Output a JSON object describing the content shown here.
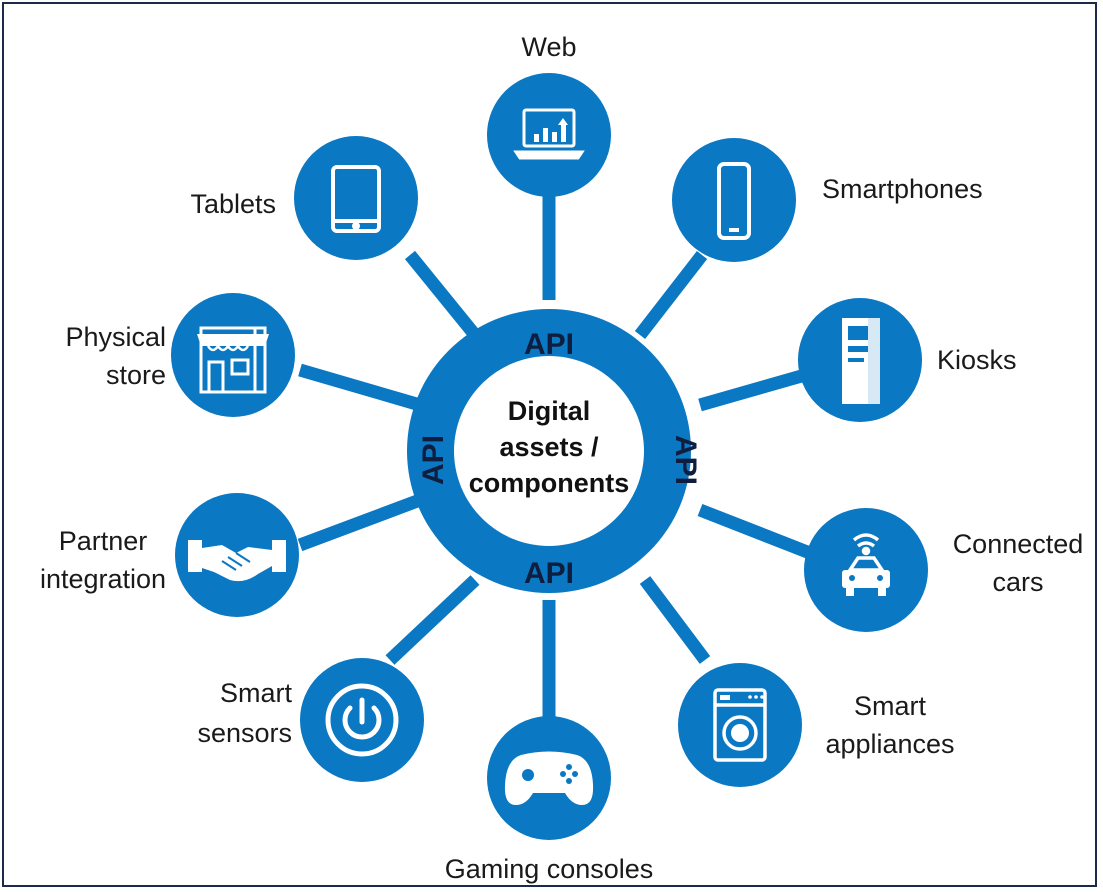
{
  "colors": {
    "primary": "#0a78c2",
    "api_text": "#0f1d3f",
    "frame": "#1b2a4a"
  },
  "hub": {
    "lines": [
      "Digital",
      "assets /",
      "components"
    ],
    "api_label": "API"
  },
  "channels": [
    {
      "id": "web",
      "lines": [
        "Web"
      ],
      "icon": "laptop-chart-icon"
    },
    {
      "id": "smartphones",
      "lines": [
        "Smartphones"
      ],
      "icon": "smartphone-icon"
    },
    {
      "id": "kiosks",
      "lines": [
        "Kiosks"
      ],
      "icon": "kiosk-atm-icon"
    },
    {
      "id": "connected-cars",
      "lines": [
        "Connected",
        "cars"
      ],
      "icon": "connected-car-icon"
    },
    {
      "id": "smart-appliances",
      "lines": [
        "Smart",
        "appliances"
      ],
      "icon": "washing-machine-icon"
    },
    {
      "id": "gaming-consoles",
      "lines": [
        "Gaming consoles"
      ],
      "icon": "gamepad-icon"
    },
    {
      "id": "smart-sensors",
      "lines": [
        "Smart",
        "sensors"
      ],
      "icon": "power-button-icon"
    },
    {
      "id": "partner-integration",
      "lines": [
        "Partner",
        "integration"
      ],
      "icon": "handshake-icon"
    },
    {
      "id": "physical-store",
      "lines": [
        "Physical",
        "store"
      ],
      "icon": "storefront-icon"
    },
    {
      "id": "tablets",
      "lines": [
        "Tablets"
      ],
      "icon": "tablet-icon"
    }
  ]
}
